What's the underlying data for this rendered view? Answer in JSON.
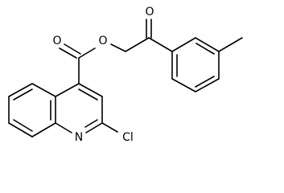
{
  "molecule": {
    "atoms": {
      "carbonyl_o_ester": "O",
      "ester_o": "O",
      "ketone_o": "O",
      "ring_n": "N",
      "chlorine": "Cl"
    }
  }
}
